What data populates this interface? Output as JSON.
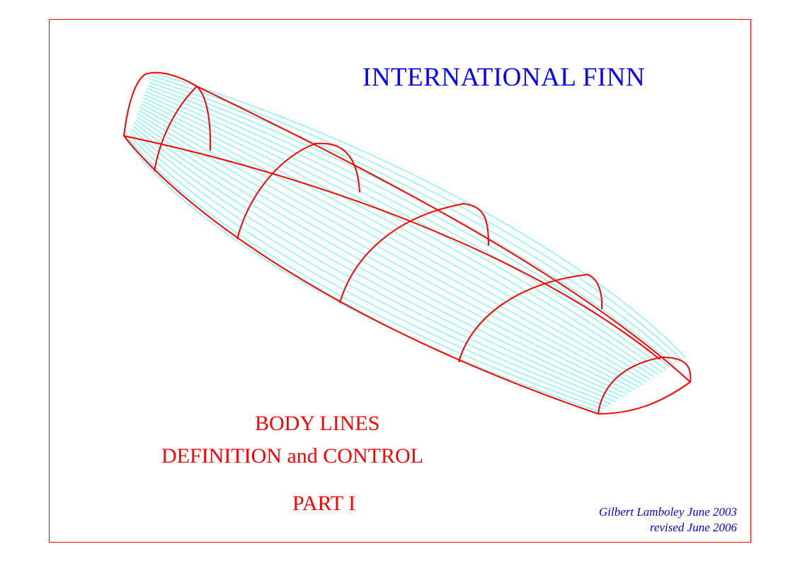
{
  "title": "INTERNATIONAL FINN",
  "subtitle": {
    "line1": "BODY LINES",
    "line2": "DEFINITION and CONTROL",
    "line3": "PART  I"
  },
  "author": {
    "line1": "Gilbert Lamboley June 2003",
    "line2": "revised June 2006"
  },
  "colors": {
    "title": "#0000ff",
    "subtitle": "#ff0000",
    "frame": "#ff0000",
    "control_lines": "#ff0000",
    "body_lines": "#7ff0f0"
  }
}
